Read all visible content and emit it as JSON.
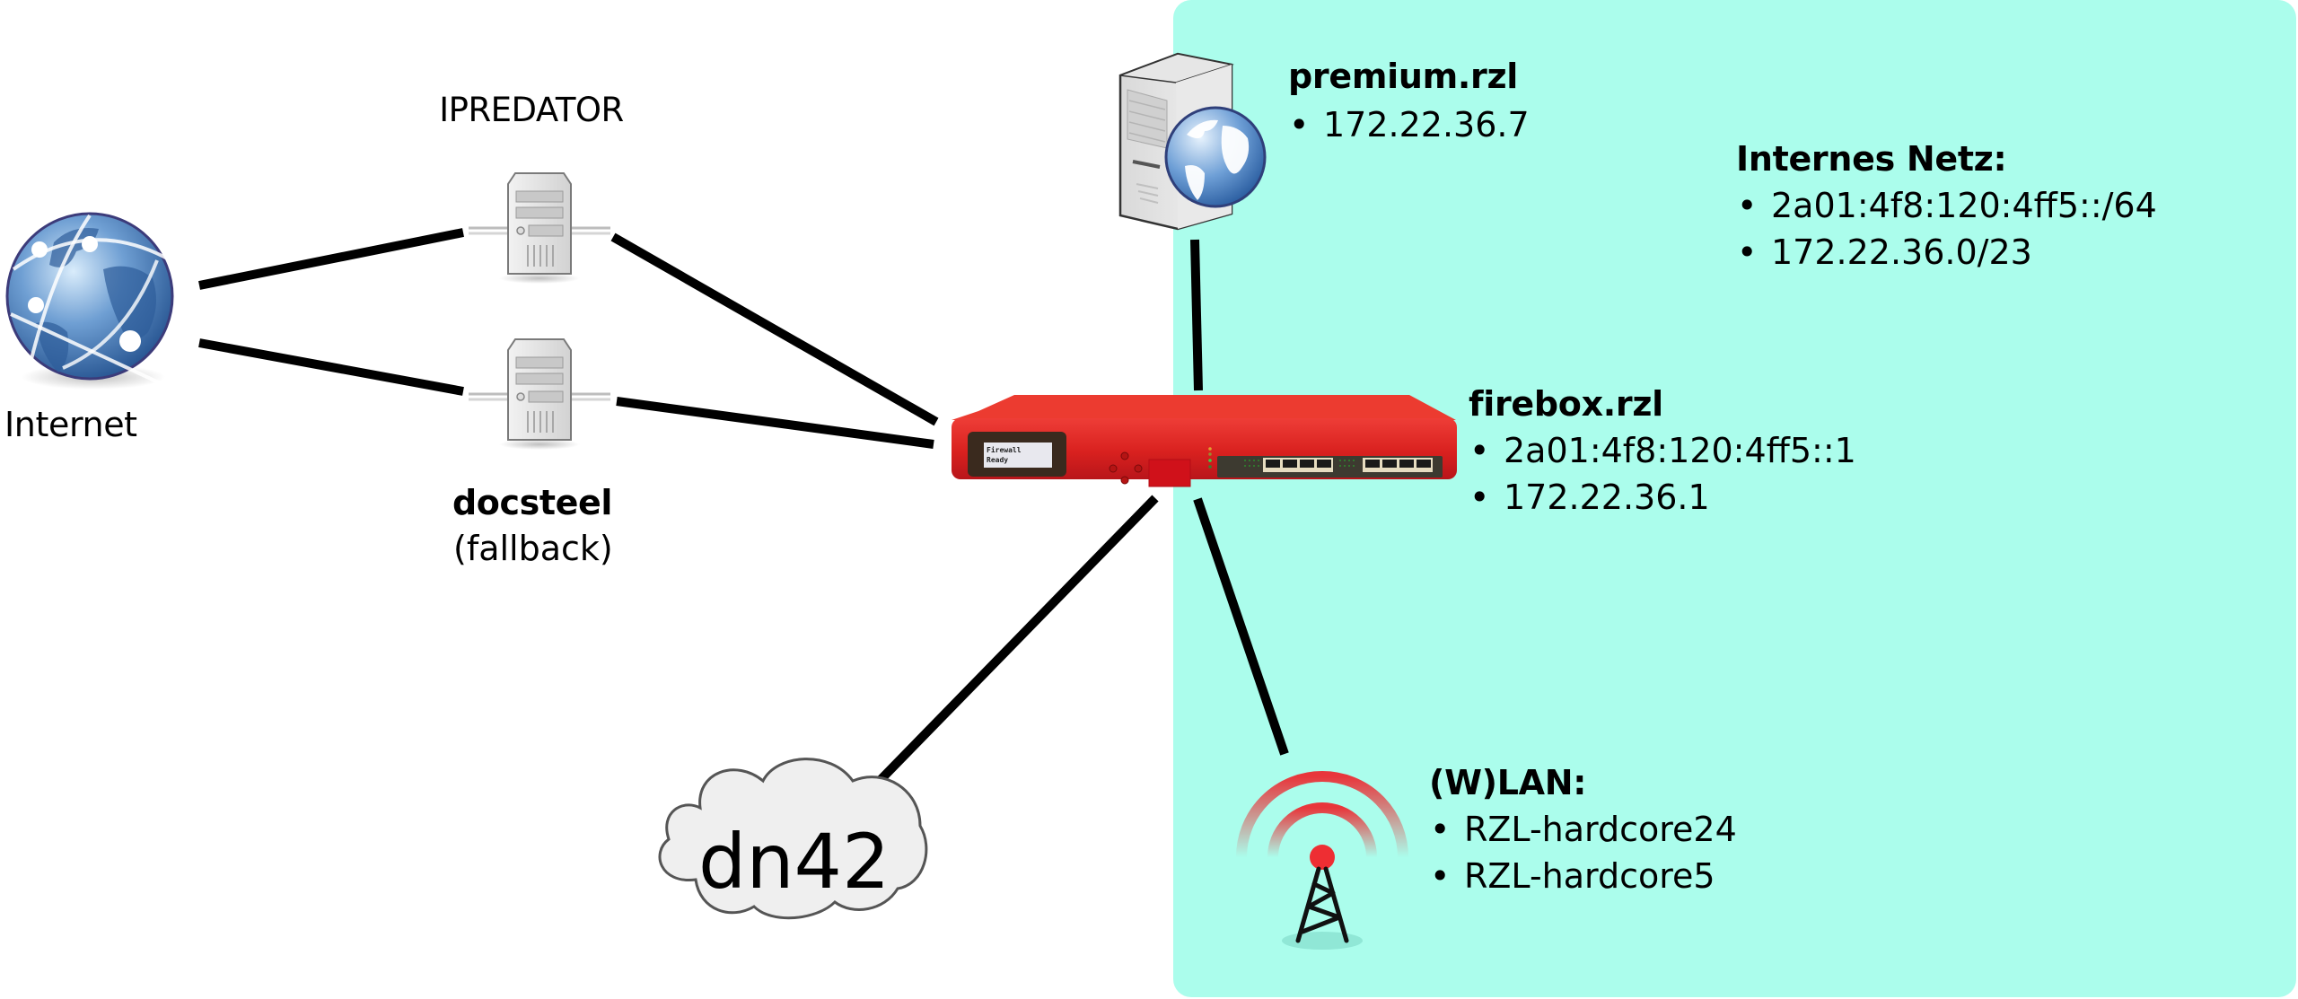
{
  "colors": {
    "panel": "#abfdec",
    "link": "#000000",
    "firewall_red": "#e32b26",
    "wlan_red": "#e8363b"
  },
  "nodes": {
    "internet": {
      "label": "Internet",
      "icon": "globe-icon"
    },
    "ipredator": {
      "label": "IPREDATOR",
      "icon": "server-icon"
    },
    "docsteel": {
      "label": "docsteel",
      "sublabel": "(fallback)",
      "icon": "server-icon"
    },
    "dn42": {
      "label": "dn42",
      "icon": "cloud-icon"
    },
    "premium": {
      "label": "premium.rzl",
      "addresses": [
        "172.22.36.7"
      ],
      "icon": "web-server-icon"
    },
    "firebox": {
      "label": "firebox.rzl",
      "addresses": [
        "2a01:4f8:120:4ff5::1",
        "172.22.36.1"
      ],
      "icon": "firewall-icon",
      "lcd": [
        "Firewall",
        "Ready"
      ]
    },
    "wlan": {
      "label": "(W)LAN:",
      "networks": [
        "RZL-hardcore24",
        "RZL-hardcore5"
      ],
      "icon": "antenna-tower-icon"
    }
  },
  "internal_network": {
    "label": "Internes Netz:",
    "prefixes": [
      "2a01:4f8:120:4ff5::/64",
      "172.22.36.0/23"
    ]
  },
  "links": [
    {
      "from": "internet",
      "to": "ipredator"
    },
    {
      "from": "internet",
      "to": "docsteel"
    },
    {
      "from": "ipredator",
      "to": "firebox"
    },
    {
      "from": "docsteel",
      "to": "firebox"
    },
    {
      "from": "firebox",
      "to": "dn42"
    },
    {
      "from": "firebox",
      "to": "premium"
    },
    {
      "from": "firebox",
      "to": "wlan"
    }
  ],
  "bullet": "•"
}
